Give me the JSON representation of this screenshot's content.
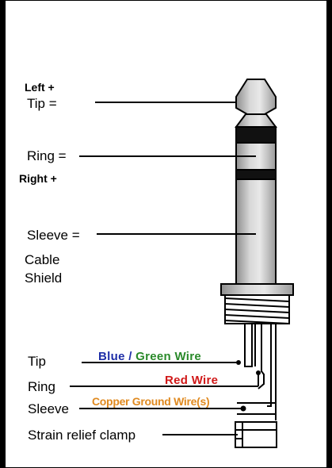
{
  "labels": {
    "left_plus": "Left +",
    "tip_eq": "Tip =",
    "ring_eq": "Ring =",
    "right_plus": "Right +",
    "sleeve_eq": "Sleeve =",
    "cable": "Cable",
    "shield": "Shield",
    "tip": "Tip",
    "ring": "Ring",
    "sleeve": "Sleeve",
    "strain": "Strain relief clamp"
  },
  "wires": {
    "blue": "Blue",
    "slash": "/",
    "green": "Green Wire",
    "red": "Red Wire",
    "copper": "Copper Ground Wire(s)"
  },
  "colors": {
    "blue": "#1f2fa8",
    "green": "#2a8a2a",
    "red": "#d01818",
    "copper": "#e08a20",
    "metal": "#b8b8b8",
    "band": "#111111"
  }
}
